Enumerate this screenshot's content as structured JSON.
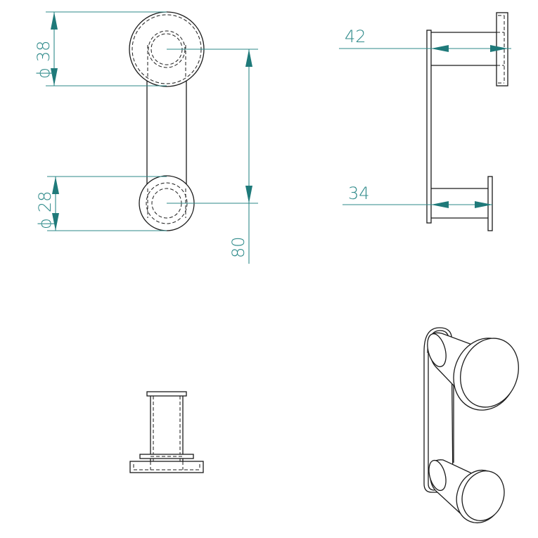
{
  "drawing": {
    "type": "technical-drawing",
    "subject": "double wall hook",
    "colors": {
      "object_lines": "#1a1a1a",
      "dimension_lines": "#2e8a8a",
      "arrowheads": "#1f7a7a",
      "background": "#ffffff"
    },
    "views": [
      {
        "name": "front-view",
        "position": "top-left"
      },
      {
        "name": "side-view",
        "position": "top-right"
      },
      {
        "name": "top-view",
        "position": "bottom-left"
      },
      {
        "name": "isometric-view",
        "position": "bottom-right"
      }
    ],
    "dimensions": {
      "top_knob_diameter": {
        "symbol": "ϕ",
        "value": "38"
      },
      "bottom_knob_diameter": {
        "symbol": "ϕ",
        "value": "28"
      },
      "center_distance": {
        "value": "80"
      },
      "top_projection": {
        "value": "42"
      },
      "bottom_projection": {
        "value": "34"
      }
    }
  }
}
